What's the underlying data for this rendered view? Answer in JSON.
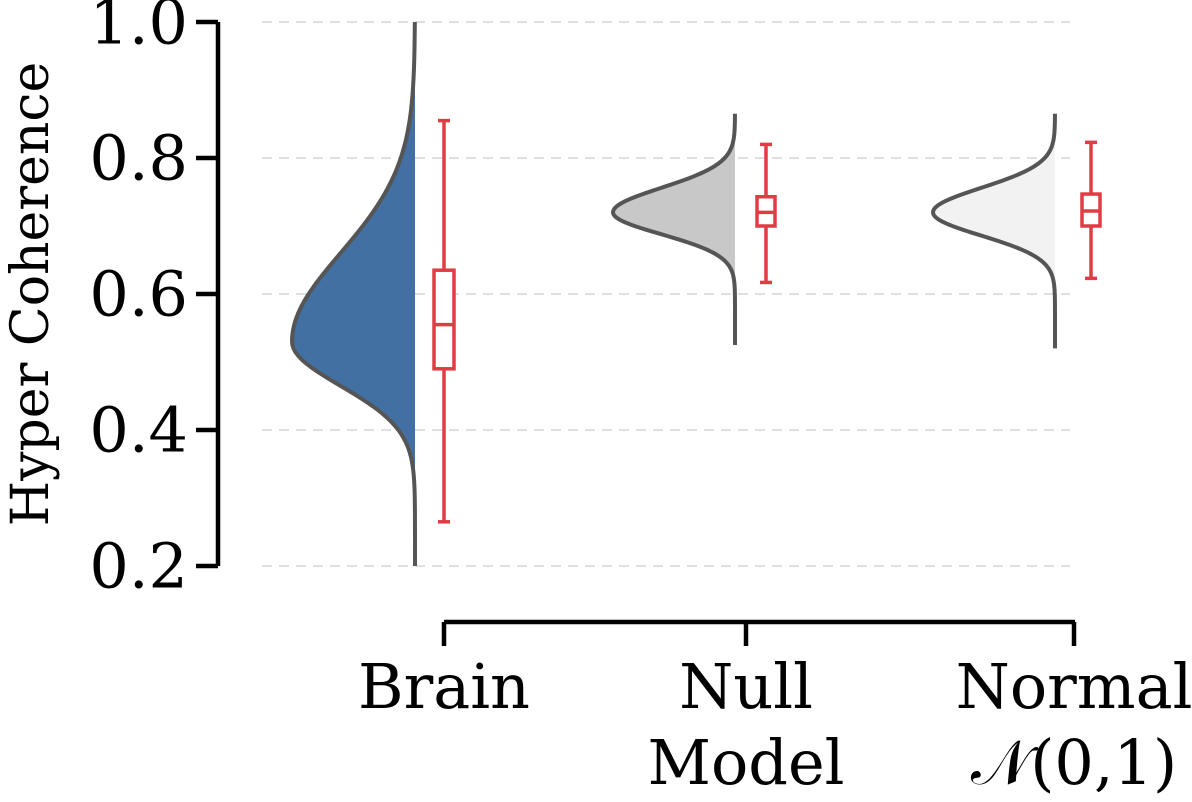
{
  "chart_data": {
    "type": "violin",
    "ylabel": "Hyper Coherence",
    "ylim": [
      0.2,
      1.0
    ],
    "yticks": [
      "0.2",
      "0.4",
      "0.6",
      "0.8",
      "1.0"
    ],
    "grid": "horizontal-dashed",
    "categories": [
      {
        "label_lines": [
          "Brain"
        ]
      },
      {
        "label_lines": [
          "Null",
          "Model"
        ]
      },
      {
        "label_lines": [
          "Normal",
          "𝒩(0,1)"
        ]
      }
    ],
    "series": [
      {
        "fill": "#4270a2",
        "density": {
          "min": 0.2,
          "max": 1.0,
          "mode": 0.53,
          "sd_low": 0.065,
          "sd_high": 0.13
        },
        "box": {
          "whisker_low": 0.265,
          "q1": 0.49,
          "median": 0.555,
          "q3": 0.635,
          "whisker_high": 0.855
        }
      },
      {
        "fill": "#c8c8c8",
        "density": {
          "min": 0.525,
          "max": 0.865,
          "mode": 0.72,
          "sd_low": 0.032,
          "sd_high": 0.036
        },
        "box": {
          "whisker_low": 0.617,
          "q1": 0.7,
          "median": 0.72,
          "q3": 0.743,
          "whisker_high": 0.82
        }
      },
      {
        "fill": "#f2f2f2",
        "density": {
          "min": 0.52,
          "max": 0.865,
          "mode": 0.72,
          "sd_low": 0.034,
          "sd_high": 0.036
        },
        "box": {
          "whisker_low": 0.623,
          "q1": 0.7,
          "median": 0.722,
          "q3": 0.747,
          "whisker_high": 0.823
        }
      }
    ],
    "colors": {
      "outline": "#555555",
      "box": "#e03c44",
      "grid": "#e0e0e0",
      "axis": "#000000"
    }
  }
}
